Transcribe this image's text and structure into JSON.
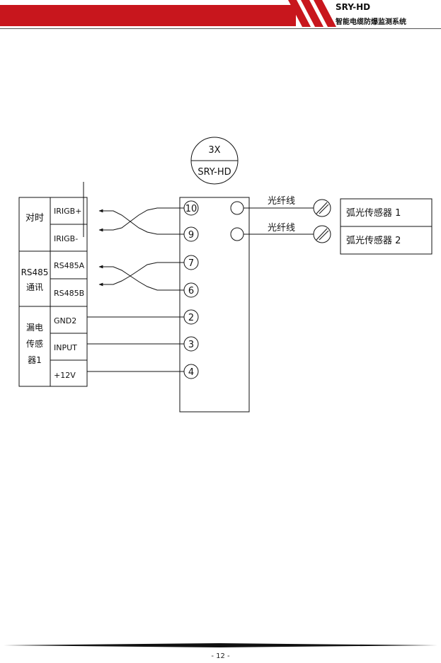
{
  "header": {
    "brand": "SRY-HD",
    "subtitle": "智能电缆防爆监测系统",
    "accent_color": "#c8161d"
  },
  "diagram": {
    "device": {
      "top_label": "3X",
      "bottom_label": "SRY-HD"
    },
    "groups": [
      {
        "label_lines": [
          "对时"
        ],
        "signals": [
          "IRIGB+",
          "IRIGB-"
        ]
      },
      {
        "label_lines": [
          "RS485",
          "通讯"
        ],
        "signals": [
          "RS485A",
          "RS485B"
        ]
      },
      {
        "label_lines": [
          "漏电",
          "传感",
          "器1"
        ],
        "signals": [
          "GND2",
          "INPUT",
          "+12V"
        ]
      }
    ],
    "terminals": [
      "10",
      "9",
      "7",
      "6",
      "2",
      "3",
      "4"
    ],
    "fiber_label": "光纤线",
    "sensors": [
      "弧光传感器 1",
      "弧光传感器 2"
    ]
  },
  "footer": {
    "page_number": "- 12 -"
  }
}
